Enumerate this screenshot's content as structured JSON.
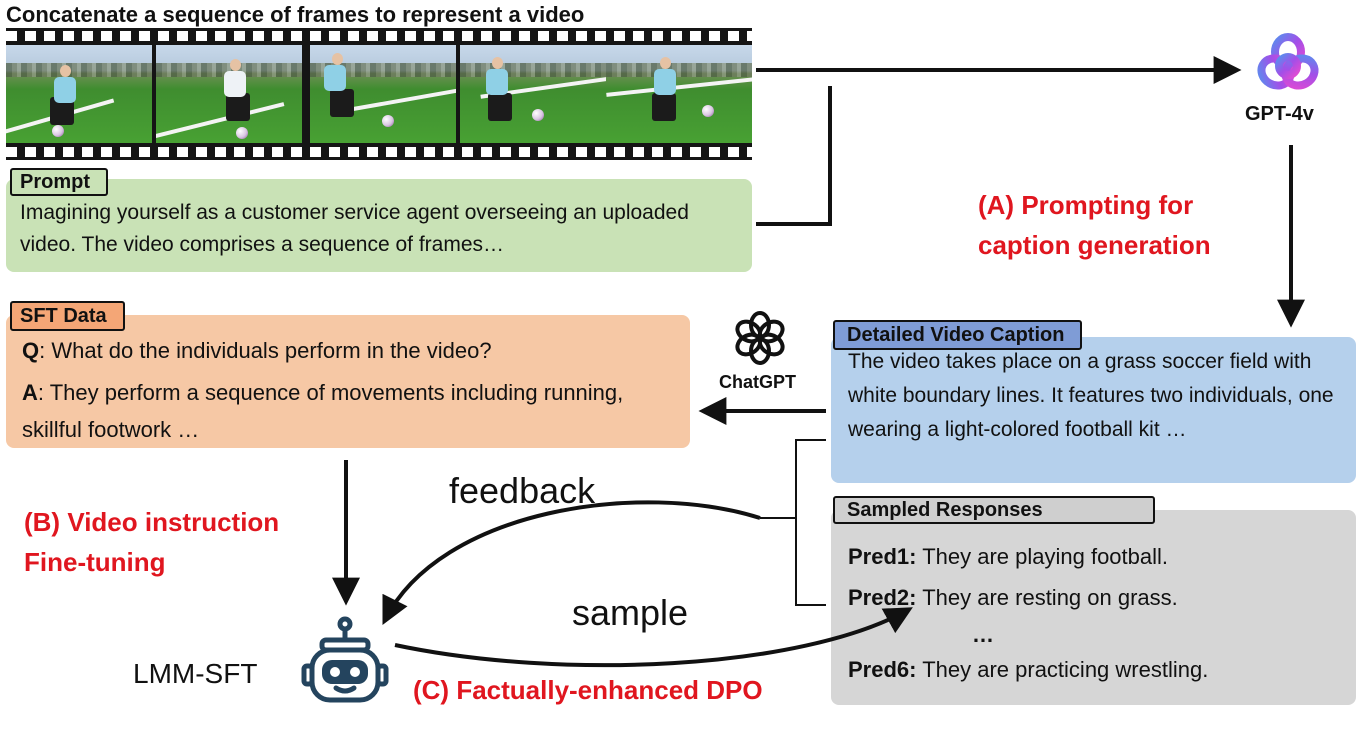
{
  "title": "Concatenate a sequence of frames to represent a video",
  "prompt": {
    "tag": "Prompt",
    "text": "Imagining yourself as a customer service agent overseeing an uploaded video. The video comprises a sequence of frames…"
  },
  "gpt4v": {
    "label": "GPT-4v",
    "icon": "gpt4v-logo-icon"
  },
  "stage_a": {
    "line1": "(A) Prompting for",
    "line2": "caption generation",
    "color": "#e0161f"
  },
  "sft": {
    "tag": "SFT Data",
    "q_key": "Q",
    "q_text": ": What do the individuals perform in the video?",
    "a_key": "A",
    "a_text": ": They perform a sequence of movements including running, skillful footwork …"
  },
  "chatgpt": {
    "label": "ChatGPT",
    "icon": "openai-logo-icon"
  },
  "caption": {
    "tag": "Detailed Video Caption",
    "text": "The video takes place on a grass soccer field with white boundary lines. It features two individuals, one wearing a light-colored football kit …"
  },
  "responses": {
    "tag": "Sampled Responses",
    "items": [
      {
        "key": "Pred1:",
        "text": " They are playing football."
      },
      {
        "key": "Pred2:",
        "text": " They are resting on grass."
      },
      {
        "key": "Pred6:",
        "text": " They are practicing wrestling."
      }
    ],
    "ellipsis": "…"
  },
  "stage_b": {
    "line1": "(B) Video instruction",
    "line2": "Fine-tuning"
  },
  "robot": {
    "label": "LMM-SFT",
    "icon": "robot-icon"
  },
  "stage_c": {
    "label": "(C) Factually-enhanced DPO"
  },
  "arrows": {
    "feedback": "feedback",
    "sample": "sample"
  },
  "colors": {
    "accent_red": "#e0161f",
    "prompt_green": "#c9e2b6",
    "sft_orange": "#f6c8a5",
    "caption_blue": "#b5d0ec",
    "responses_gray": "#d6d6d6"
  }
}
